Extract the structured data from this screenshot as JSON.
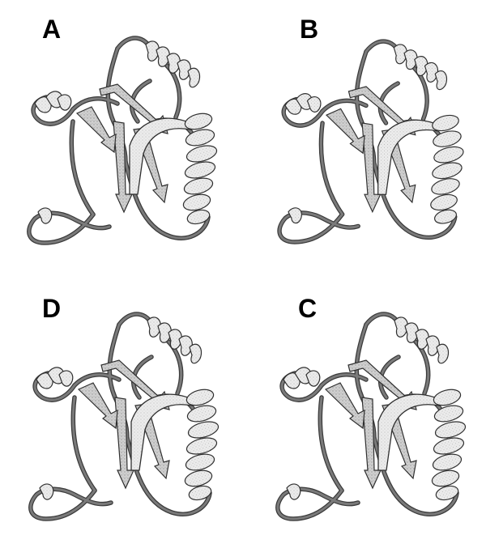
{
  "panels": [
    {
      "id": "A",
      "label": "A"
    },
    {
      "id": "B",
      "label": "B"
    },
    {
      "id": "D",
      "label": "D"
    },
    {
      "id": "C",
      "label": "C"
    }
  ],
  "colors": {
    "background": "#ffffff",
    "label": "#000000",
    "tube": "#6e6e6e",
    "helix_fill": "#e6e6e6",
    "sheet_fill": "#c8c8c8",
    "outline": "#3a3a3a"
  }
}
